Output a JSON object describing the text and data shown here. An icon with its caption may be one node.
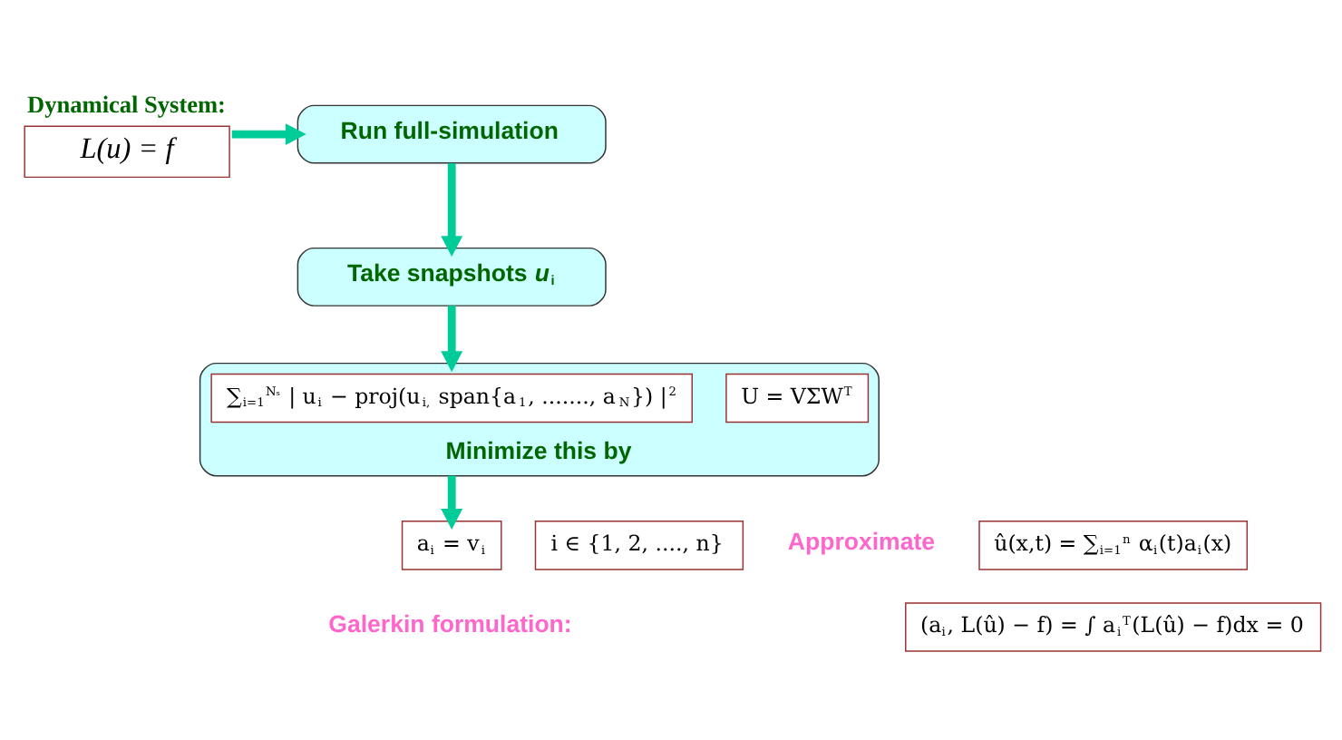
{
  "diagram": {
    "nodes": [
      {
        "text": [
          "Dynamical System:",
          "L(u) = f"
        ]
      },
      {
        "text": [
          "Run full-simulation"
        ]
      },
      {
        "text": [
          "Take snapshots *u*$_{i}$"
        ]
      },
      {
        "text": [
          "Minimize this by"
        ]
      },
      {
        "text": [
          "∑$_{i=1}$$^{Nₛ}$ | u$_{i}$ − proj(u$_{i,}$ span{a$_{1}$, ......., a$_{N}$}) |$^{2}$"
        ],
        "in": 3
      },
      {
        "text": [
          "U = VΣW$^{T}$"
        ],
        "in": 3
      },
      {
        "text": [
          "a$_{i}$ = v$_{i}$"
        ]
      },
      {
        "text": [
          "i ∈ {1, 2, ...., n}"
        ]
      },
      {
        "text": [
          "û(x,t) = ∑$_{i=1}$$^{n}$ α$_{i}$(t)a$_{i}$(x)"
        ]
      },
      {
        "text": [
          "(a$_{i}$, L(û) − f) = ∫ a$_{i}$$^{T}$(L(û) − f)dx = 0"
        ]
      }
    ],
    "edges": [
      {
        "from": 0,
        "to": 1,
        "arrow": "to"
      },
      {
        "from": 1,
        "to": 2,
        "arrow": "to"
      },
      {
        "from": 2,
        "to": 3,
        "arrow": "to"
      },
      {
        "from": 3,
        "to": 6,
        "arrow": "to"
      }
    ],
    "labels": [
      "Approximate",
      "Galerkin formulation:"
    ]
  }
}
